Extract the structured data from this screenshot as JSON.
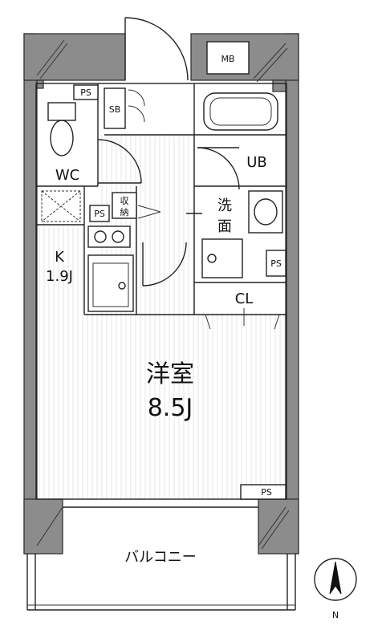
{
  "rooms": {
    "wc": "WC",
    "ub": "UB",
    "wash_1": "洗",
    "wash_2": "面",
    "kitchen_1": "K",
    "kitchen_2": "1.9J",
    "western_1": "洋室",
    "western_2": "8.5J",
    "balcony": "バルコニー",
    "closet": "CL"
  },
  "fixtures": {
    "mb": "MB",
    "sb": "SB",
    "ps": "PS",
    "storage_1": "収",
    "storage_2": "納"
  },
  "compass": {
    "north": "N"
  }
}
